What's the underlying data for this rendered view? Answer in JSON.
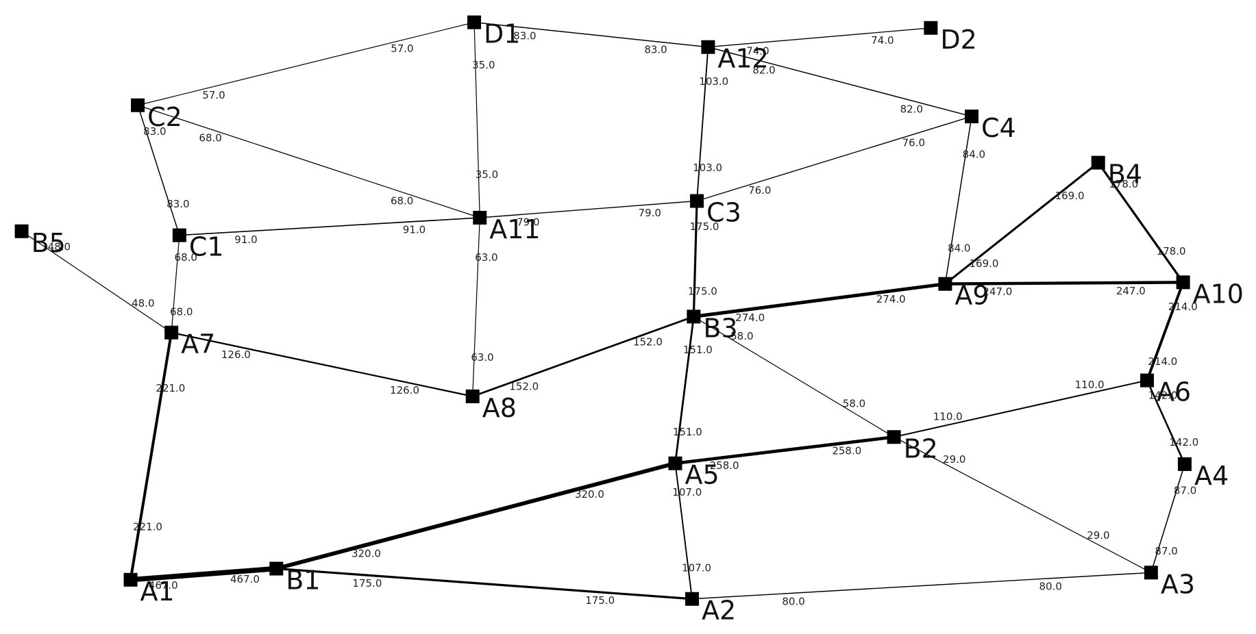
{
  "colors": {
    "background": "#ffffff",
    "edge": "#000000",
    "node": "#000000",
    "text": "#111111"
  },
  "nodes": [
    {
      "id": "A1",
      "label": "A1"
    },
    {
      "id": "B1",
      "label": "B1"
    },
    {
      "id": "A2",
      "label": "A2"
    },
    {
      "id": "A3",
      "label": "A3"
    },
    {
      "id": "A4",
      "label": "A4"
    },
    {
      "id": "A5",
      "label": "A5"
    },
    {
      "id": "B2",
      "label": "B2"
    },
    {
      "id": "A6",
      "label": "A6"
    },
    {
      "id": "A7",
      "label": "A7"
    },
    {
      "id": "A8",
      "label": "A8"
    },
    {
      "id": "B3",
      "label": "B3"
    },
    {
      "id": "A9",
      "label": "A9"
    },
    {
      "id": "A10",
      "label": "A10"
    },
    {
      "id": "B4",
      "label": "B4"
    },
    {
      "id": "B5",
      "label": "B5"
    },
    {
      "id": "C1",
      "label": "C1"
    },
    {
      "id": "C2",
      "label": "C2"
    },
    {
      "id": "A11",
      "label": "A11"
    },
    {
      "id": "C3",
      "label": "C3"
    },
    {
      "id": "D1",
      "label": "D1"
    },
    {
      "id": "A12",
      "label": "A12"
    },
    {
      "id": "D2",
      "label": "D2"
    },
    {
      "id": "C4",
      "label": "C4"
    }
  ],
  "edges": [
    {
      "from": "A1",
      "to": "B1",
      "weight": "467.0"
    },
    {
      "from": "A1",
      "to": "A7",
      "weight": "221.0"
    },
    {
      "from": "B1",
      "to": "A5",
      "weight": "320.0"
    },
    {
      "from": "B1",
      "to": "A2",
      "weight": "175.0"
    },
    {
      "from": "A2",
      "to": "A5",
      "weight": "107.0"
    },
    {
      "from": "A2",
      "to": "A3",
      "weight": "80.0"
    },
    {
      "from": "A3",
      "to": "B2",
      "weight": "29.0"
    },
    {
      "from": "A3",
      "to": "A4",
      "weight": "87.0"
    },
    {
      "from": "A4",
      "to": "A6",
      "weight": "142.0"
    },
    {
      "from": "A6",
      "to": "B2",
      "weight": "110.0"
    },
    {
      "from": "A6",
      "to": "A10",
      "weight": "214.0"
    },
    {
      "from": "A5",
      "to": "B2",
      "weight": "258.0"
    },
    {
      "from": "A5",
      "to": "B3",
      "weight": "151.0"
    },
    {
      "from": "B2",
      "to": "B3",
      "weight": "58.0"
    },
    {
      "from": "A8",
      "to": "B3",
      "weight": "152.0"
    },
    {
      "from": "A7",
      "to": "A8",
      "weight": "126.0"
    },
    {
      "from": "A7",
      "to": "B5",
      "weight": "48.0"
    },
    {
      "from": "A7",
      "to": "C1",
      "weight": "68.0"
    },
    {
      "from": "A8",
      "to": "A11",
      "weight": "63.0"
    },
    {
      "from": "B3",
      "to": "C3",
      "weight": "175.0"
    },
    {
      "from": "B3",
      "to": "A9",
      "weight": "274.0"
    },
    {
      "from": "A9",
      "to": "A10",
      "weight": "247.0"
    },
    {
      "from": "A9",
      "to": "B4",
      "weight": "169.0"
    },
    {
      "from": "A10",
      "to": "B4",
      "weight": "178.0"
    },
    {
      "from": "A9",
      "to": "C4",
      "weight": "84.0"
    },
    {
      "from": "C1",
      "to": "A11",
      "weight": "91.0"
    },
    {
      "from": "C1",
      "to": "C2",
      "weight": "83.0"
    },
    {
      "from": "C2",
      "to": "A11",
      "weight": "68.0"
    },
    {
      "from": "C2",
      "to": "D1",
      "weight": "57.0"
    },
    {
      "from": "A11",
      "to": "D1",
      "weight": "35.0"
    },
    {
      "from": "A11",
      "to": "C3",
      "weight": "79.0"
    },
    {
      "from": "C3",
      "to": "A12",
      "weight": "103.0"
    },
    {
      "from": "C3",
      "to": "C4",
      "weight": "76.0"
    },
    {
      "from": "D1",
      "to": "A12",
      "weight": "83.0"
    },
    {
      "from": "A12",
      "to": "D2",
      "weight": "74.0"
    },
    {
      "from": "A12",
      "to": "C4",
      "weight": "82.0"
    }
  ]
}
